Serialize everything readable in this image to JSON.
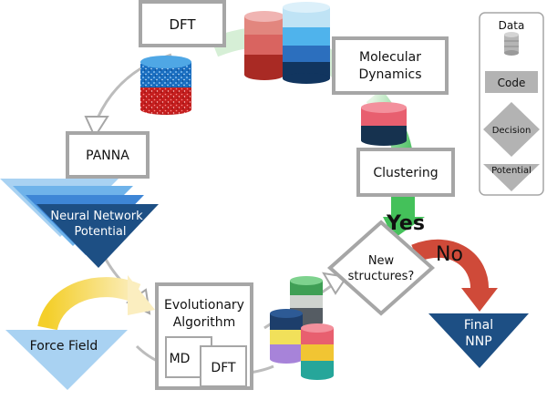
{
  "colors": {
    "box_stroke": "#a6a6a6",
    "arrow_gray": "#bcbcbc",
    "arrow_green_light": "#cdeccd",
    "arrow_green": "#44c15a",
    "arrow_red": "#cf4a39",
    "nnp_blue": "#1d4f84",
    "force_field_blue": "#a9d2f2",
    "yellow": "#f6d548"
  },
  "boxes": {
    "dft_top": "DFT",
    "molecular_dynamics_line1": "Molecular",
    "molecular_dynamics_line2": "Dynamics",
    "clustering": "Clustering",
    "panna": "PANNA",
    "evolutionary_line1": "Evolutionary",
    "evolutionary_line2": "Algorithm",
    "md_small": "MD",
    "dft_small": "DFT"
  },
  "decision": {
    "line1": "New",
    "line2": "structures?"
  },
  "branches": {
    "yes": "Yes",
    "no": "No"
  },
  "potentials": {
    "nn_line1": "Neural Network",
    "nn_line2": "Potential",
    "force_field": "Force Field",
    "final_line1": "Final",
    "final_line2": "NNP"
  },
  "legend": {
    "data": "Data",
    "code": "Code",
    "decision": "Decision",
    "potential": "Potential"
  }
}
